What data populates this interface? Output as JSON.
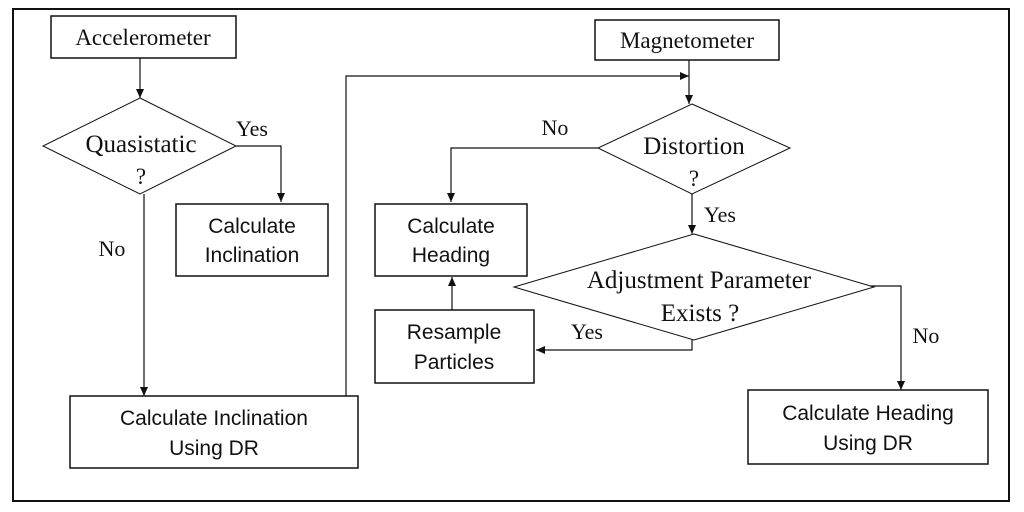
{
  "nodes": {
    "accelerometer": "Accelerometer",
    "magnetometer": "Magnetometer",
    "quasistatic": [
      "Quasistatic",
      "?"
    ],
    "distortion": [
      "Distortion",
      "?"
    ],
    "adjustment": [
      "Adjustment Parameter",
      "Exists ?"
    ],
    "calc_inclination": [
      "Calculate",
      "Inclination"
    ],
    "calc_heading": [
      "Calculate",
      "Heading"
    ],
    "resample": [
      "Resample",
      "Particles"
    ],
    "calc_inclination_dr": [
      "Calculate Inclination",
      "Using DR"
    ],
    "calc_heading_dr": [
      "Calculate Heading",
      "Using DR"
    ]
  },
  "edges": {
    "quasi_yes": "Yes",
    "quasi_no": "No",
    "dist_no": "No",
    "dist_yes": "Yes",
    "adj_yes": "Yes",
    "adj_no": "No"
  }
}
